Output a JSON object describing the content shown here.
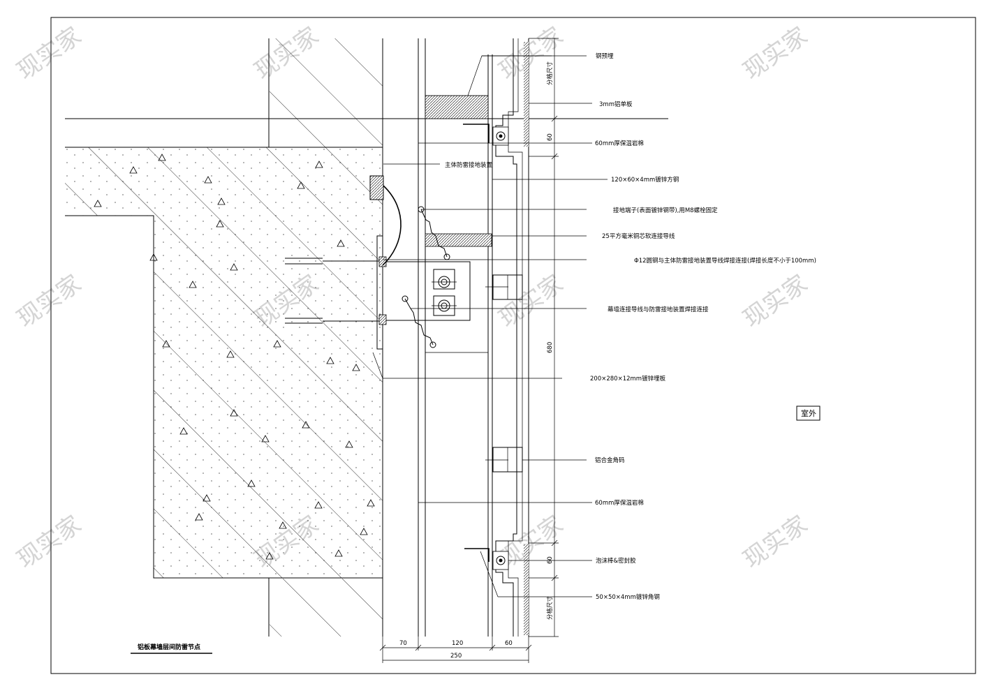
{
  "drawing_title": "铝板幕墙层间防雷节点",
  "outdoor_label": "室外",
  "watermark_text": "现实家",
  "labels": [
    "钢预埋",
    "3mm铝单板",
    "60mm厚保温岩棉",
    "主体防雷接地装置",
    "120×60×4mm镀锌方钢",
    "接地端子(表面镀锌钢带),用M8螺栓固定",
    "25平方毫米铜芯软连接导线",
    "Φ12圆钢与主体防雷接地装置导线焊接连接(焊接长度不小于100mm)",
    "幕墙连接导线与防雷接地装置焊接连接",
    "200×280×12mm镀锌埋板",
    "铝合金角码",
    "60mm厚保温岩棉",
    "泡沫棒&密封胶",
    "50×50×4mm镀锌角钢"
  ],
  "dimensions": {
    "h1": "70",
    "h2": "120",
    "h3": "60",
    "h_total": "250",
    "v_top": "分格尺寸",
    "v_60a": "60",
    "v_680": "680",
    "v_60b": "60",
    "v_bottom": "分格尺寸"
  },
  "colors": {
    "line": "#000000",
    "watermark": "#d4d4d4",
    "background": "#ffffff"
  }
}
